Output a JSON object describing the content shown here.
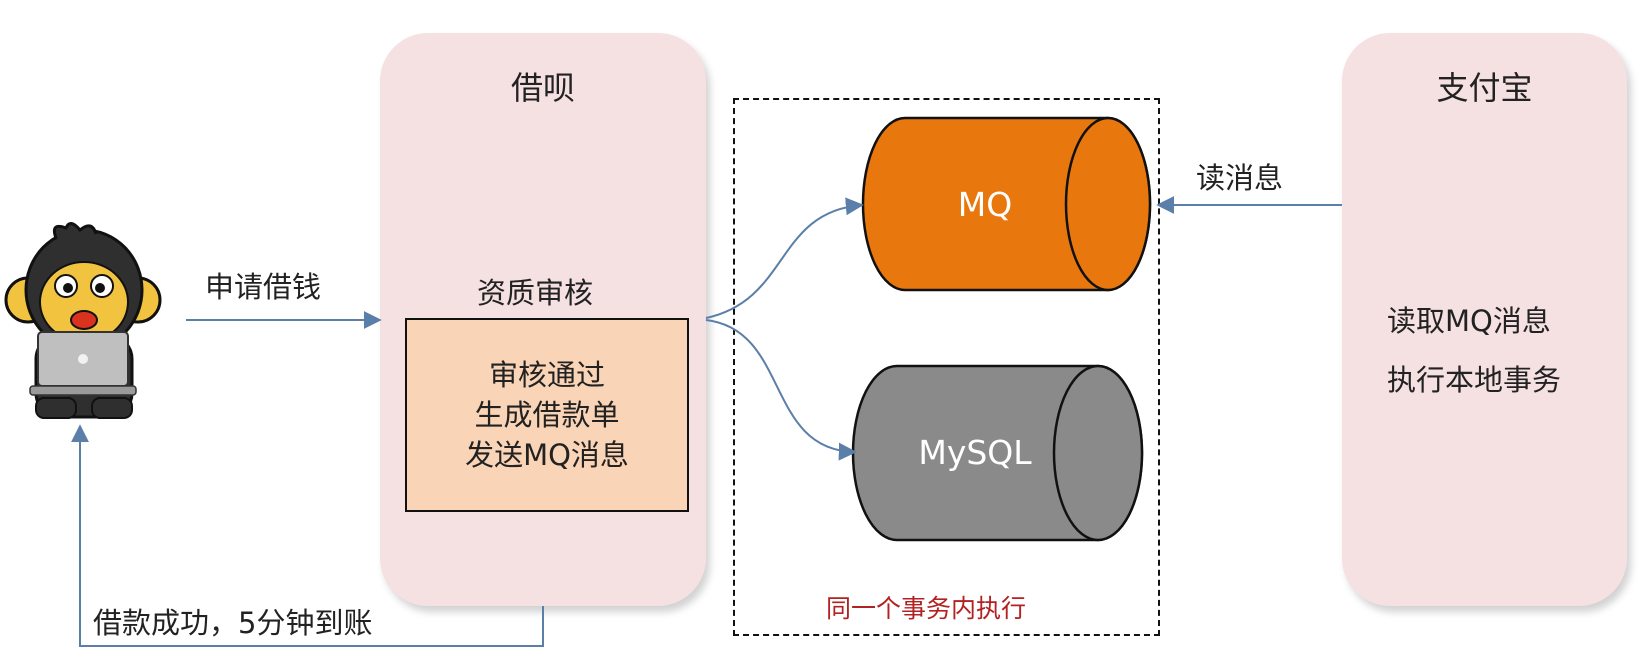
{
  "colors": {
    "panel_bg": "#f5e1e1",
    "box_bg": "#fad4b7",
    "mq_fill": "#e8780e",
    "mysql_fill": "#8a8a8a",
    "arrow": "#5b7fa8",
    "tx_label": "#b22222"
  },
  "user": {
    "icon": "monkey-with-laptop-icon"
  },
  "jiebei": {
    "title": "借呗",
    "section_label": "资质审核",
    "box_lines": [
      "审核通过",
      "生成借款单",
      "发送MQ消息"
    ]
  },
  "storage": {
    "mq_label": "MQ",
    "mysql_label": "MySQL",
    "tx_note": "同一个事务内执行"
  },
  "alipay": {
    "title": "支付宝",
    "lines": [
      "读取MQ消息",
      "执行本地事务"
    ]
  },
  "flows": {
    "apply": "申请借钱",
    "read": "读消息",
    "result": "借款成功，5分钟到账"
  }
}
